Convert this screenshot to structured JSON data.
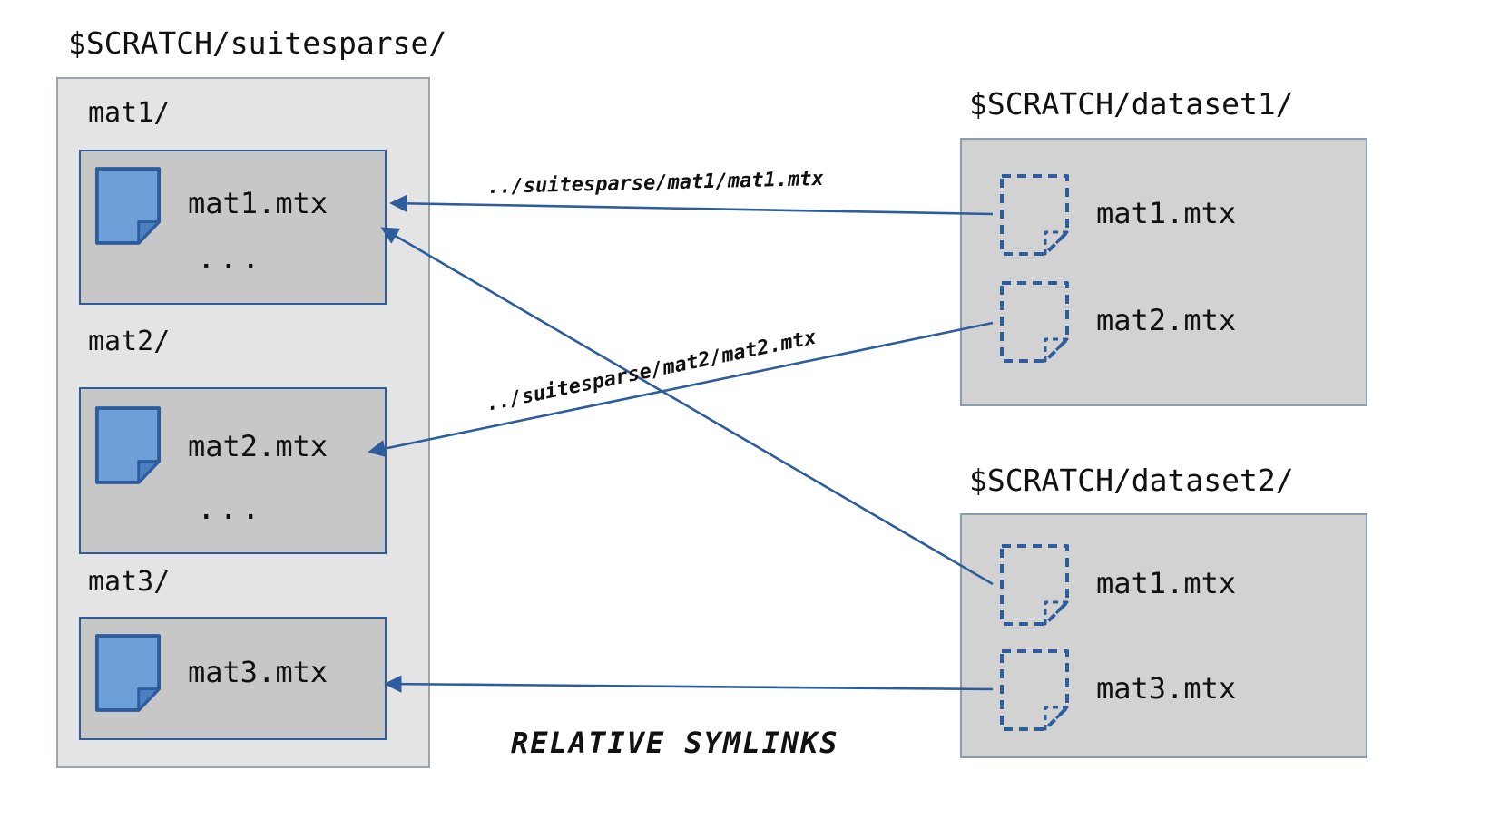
{
  "colors": {
    "accent": "#2e5d9e",
    "file_fill": "#6d9fd8",
    "outer_box_fill": "#e4e4e4",
    "dir_box_fill": "#c7c7c7",
    "dataset_box_fill": "#d2d2d2"
  },
  "suitesparse": {
    "title": "$SCRATCH/suitesparse/",
    "folders": [
      {
        "label": "mat1/",
        "file": "mat1.mtx",
        "more": "..."
      },
      {
        "label": "mat2/",
        "file": "mat2.mtx",
        "more": "..."
      },
      {
        "label": "mat3/",
        "file": "mat3.mtx"
      }
    ]
  },
  "datasets": [
    {
      "title": "$SCRATCH/dataset1/",
      "files": [
        "mat1.mtx",
        "mat2.mtx"
      ]
    },
    {
      "title": "$SCRATCH/dataset2/",
      "files": [
        "mat1.mtx",
        "mat3.mtx"
      ]
    }
  ],
  "symlinks": {
    "label_mat1": "../suitesparse/mat1/mat1.mtx",
    "label_mat2": "../suitesparse/mat2/mat2.mtx"
  },
  "caption": "RELATIVE SYMLINKS"
}
